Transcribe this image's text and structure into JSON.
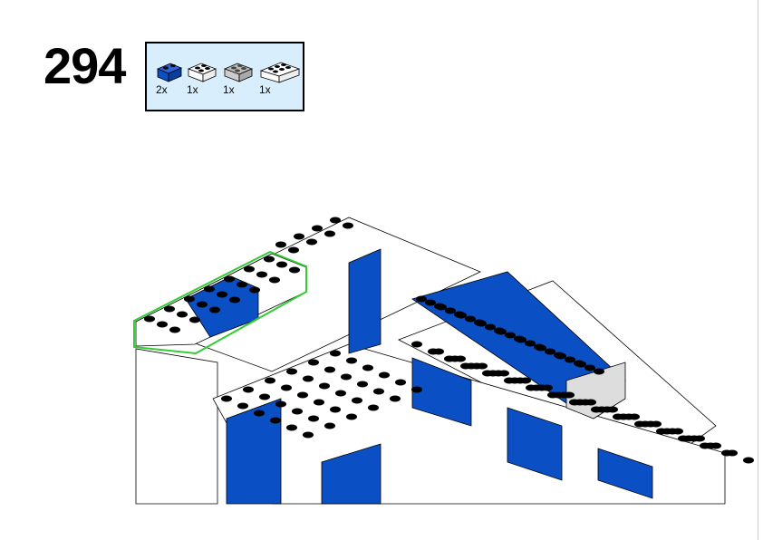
{
  "step_number": "294",
  "parts_list": [
    {
      "name": "blue-brick-1x2",
      "qty": "2x",
      "color": "#0a4fc4"
    },
    {
      "name": "white-brick-2x2",
      "qty": "1x",
      "color": "#ffffff"
    },
    {
      "name": "trans-clear-brick-2x2",
      "qty": "1x",
      "color": "#c8c8c8"
    },
    {
      "name": "white-brick-2x3",
      "qty": "1x",
      "color": "#ffffff"
    }
  ],
  "colors": {
    "highlight": "#33cc33",
    "blue": "#0a4fc4",
    "panel": "#d9eefc"
  }
}
